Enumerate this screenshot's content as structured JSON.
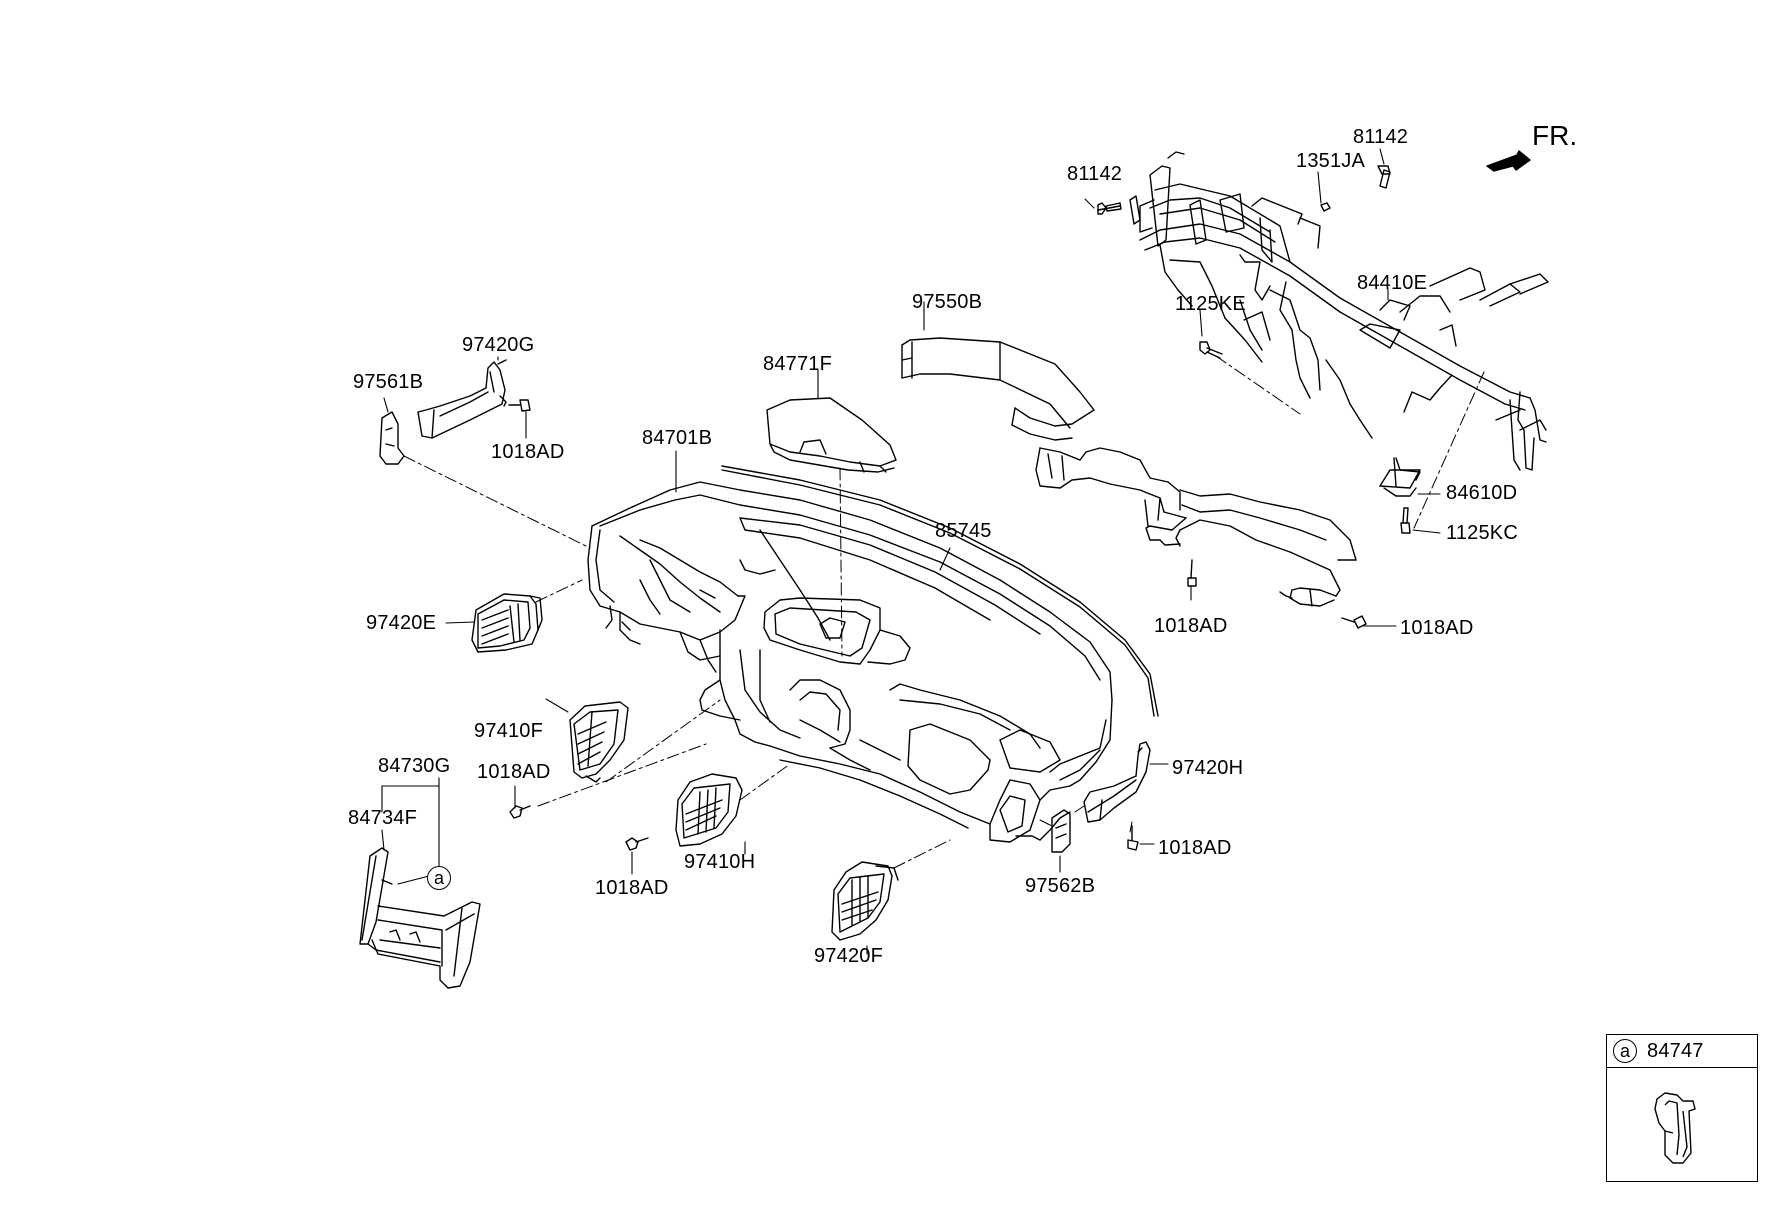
{
  "orientation_label": "FR.",
  "labels": {
    "l81142_left": "81142",
    "l81142_right": "81142",
    "l1351JA": "1351JA",
    "l84410E": "84410E",
    "l1125KE": "1125KE",
    "l84610D": "84610D",
    "l1125KC": "1125KC",
    "l97550B": "97550B",
    "l1018AD_duct_mid": "1018AD",
    "l1018AD_duct_right": "1018AD",
    "l84771F": "84771F",
    "l85745": "85745",
    "l84701B": "84701B",
    "l97420G": "97420G",
    "l97561B": "97561B",
    "l1018AD_upper_left": "1018AD",
    "l97420E": "97420E",
    "l97410F": "97410F",
    "l1018AD_left_mid": "1018AD",
    "l84730G": "84730G",
    "l84734F": "84734F",
    "l1018AD_center_low": "1018AD",
    "l97410H": "97410H",
    "l97420F": "97420F",
    "l97562B": "97562B",
    "l97420H": "97420H",
    "l1018AD_right_low": "1018AD"
  },
  "callout_marker": "a",
  "inset": {
    "marker": "a",
    "part_number": "84747"
  }
}
